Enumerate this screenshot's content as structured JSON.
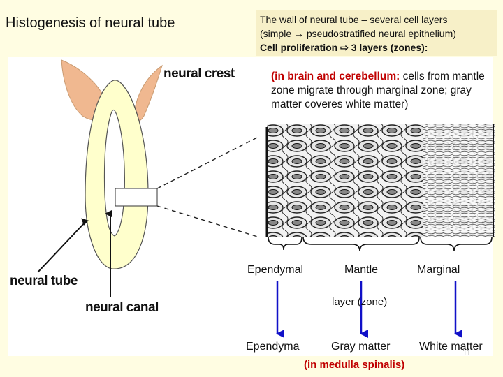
{
  "title": "Histogenesis of neural tube",
  "info": {
    "line1": "The wall of neural tube – several cell layers",
    "line2": "(simple → pseudostratified neural epithelium)",
    "line3": "Cell proliferation ⇨ 3 layers (zones):"
  },
  "note": {
    "highlight": "(in brain and cerebellum:",
    "text": " cells from mantle zone migrate through marginal zone; gray matter coveres white matter)"
  },
  "labels": {
    "neural_crest": "neural crest",
    "neural_tube": "neural tube",
    "neural_canal": "neural canal"
  },
  "zones": {
    "ependymal": "Ependymal",
    "mantle": "Mantle",
    "marginal": "Marginal",
    "layer": "layer (zone)"
  },
  "derivatives": {
    "ependyma": "Ependyma",
    "gray_matter": "Gray matter",
    "white_matter": "White matter",
    "location": "(in medulla spinalis)"
  },
  "slide_number": "11",
  "colors": {
    "crest": "#f0b890",
    "tube": "#ffffcc",
    "arrow_blue": "#1010c8",
    "accent_red": "#c00000"
  }
}
